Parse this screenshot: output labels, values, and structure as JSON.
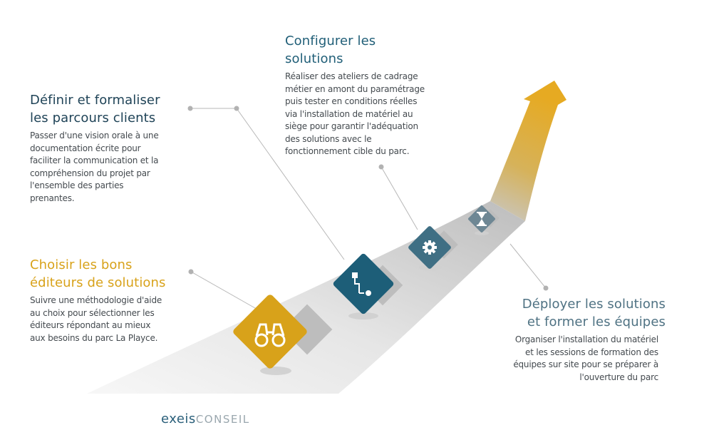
{
  "steps": [
    {
      "title": [
        "Définir et formaliser",
        "les parcours clients"
      ],
      "desc": [
        "Passer d'une vision orale à une",
        "documentation écrite pour",
        "faciliter la communication et la",
        "compréhension du projet par",
        "l'ensemble des parties",
        "prenantes."
      ],
      "color": "#1f4357"
    },
    {
      "title": [
        "Configurer les",
        "solutions"
      ],
      "desc": [
        "Réaliser des ateliers de cadrage",
        "métier en amont du paramétrage",
        "puis tester en conditions réelles",
        "via l'installation de matériel au",
        "siège pour garantir l'adéquation",
        "des solutions avec le",
        "fonctionnement cible du parc."
      ],
      "color": "#215f78"
    },
    {
      "title": [
        "Choisir les bons",
        "éditeurs de solutions"
      ],
      "desc": [
        "Suivre une méthodologie d'aide",
        "au choix pour sélectionner les",
        "éditeurs répondant au mieux",
        "aux besoins du parc La Playce."
      ],
      "color": "#d8a21a"
    },
    {
      "title": [
        "Déployer les solutions",
        "et former les équipes"
      ],
      "desc": [
        "Organiser l'installation du matériel",
        "et les sessions de formation des",
        "équipes sur site pour se préparer à",
        "l'ouverture du parc"
      ],
      "color": "#4f7283"
    }
  ],
  "icons": [
    {
      "name": "binoculars-icon",
      "color": "#d8a21a"
    },
    {
      "name": "flow-icon",
      "color": "#1d5e78"
    },
    {
      "name": "gear-icon",
      "color": "#3f6f84"
    },
    {
      "name": "hourglass-icon",
      "color": "#6e8794"
    }
  ],
  "logo": {
    "part1": "exeis",
    "part2": "CONSEIL"
  }
}
